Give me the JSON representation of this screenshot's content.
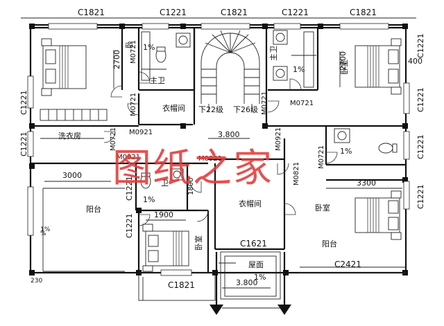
{
  "watermark": "图纸之家",
  "dimension_labels": {
    "top_windows": [
      "C1821",
      "C1221",
      "C1821",
      "C1221",
      "C1821"
    ],
    "bottom_windows": [
      "C1821",
      "C1621",
      "C2421"
    ],
    "left_windows": [
      "C1221",
      "C1221",
      "C1221",
      "C1221"
    ],
    "right_windows": [
      "C1221",
      "C1221",
      "C1221",
      "C1221"
    ],
    "doors": [
      "M0721",
      "M0721",
      "M0921",
      "M0721",
      "M0921",
      "M0921",
      "M0921",
      "M0721",
      "M0821",
      "M0721",
      "M0721"
    ],
    "dims": [
      "2700",
      "2700",
      "400",
      "3000",
      "3300",
      "1900",
      "1800",
      "230"
    ],
    "levels": [
      "3.800",
      "3.800"
    ],
    "stairs": [
      "下22级",
      "下26级"
    ],
    "slopes": [
      "1%",
      "1%",
      "1%",
      "1%",
      "1%",
      "1%"
    ]
  },
  "rooms": {
    "master_bath_left": "主卫",
    "master_bath_right": "主卫",
    "closet_top": "衣帽间",
    "laundry": "洗衣房",
    "bedroom_top_right": "卧室",
    "bedroom_top_left": "卧",
    "bath_small": "卫",
    "balcony_left": "阳台",
    "bedroom_bottom_left": "卧室",
    "closet_center": "衣帽间",
    "bedroom_right": "卧室",
    "balcony_right": "阳台",
    "roof": "屋面",
    "slope_pct": "%"
  }
}
